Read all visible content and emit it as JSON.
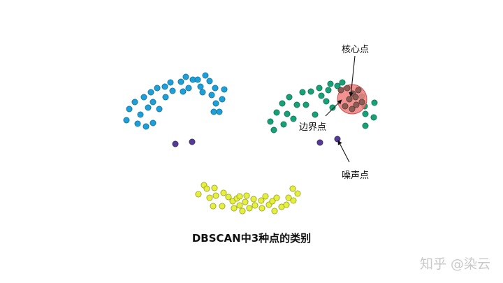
{
  "labels": {
    "core": "核心点",
    "border": "边界点",
    "noise": "噪声点"
  },
  "caption": "DBSCAN中3种点的类别",
  "watermark": "知乎 @染云",
  "colors": {
    "blue": "#1f9fd8",
    "green": "#18a076",
    "yellow": "#e6ef3c",
    "noise": "#553b95",
    "core": "#8a5c54",
    "core_region": "#f07e7e"
  }
}
